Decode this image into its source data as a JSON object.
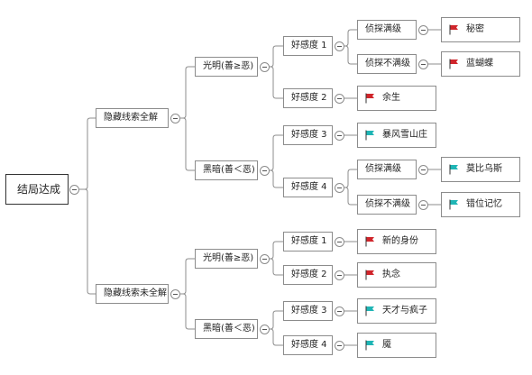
{
  "colors": {
    "line": "#8c8c8c",
    "red_flag": "#d0252b",
    "teal_flag": "#1fb5b5"
  },
  "root": {
    "label": "结局达成"
  },
  "branches": {
    "full": {
      "label": "隐藏线索全解"
    },
    "partial": {
      "label": "隐藏线索未全解"
    }
  },
  "alignment": {
    "full_light": "光明(善≥恶)",
    "full_dark": "黑暗(善＜恶)",
    "partial_light": "光明(善≥恶)",
    "partial_dark": "黑暗(善＜恶)"
  },
  "favor": {
    "f1": "好感度 1",
    "f2": "好感度 2",
    "f3": "好感度 3",
    "f4": "好感度 4",
    "p1": "好感度 1",
    "p2": "好感度 2",
    "p3": "好感度 3",
    "p4": "好感度 4"
  },
  "detective": {
    "f1_full": "侦探满级",
    "f1_notfull": "侦探不满级",
    "f4_full": "侦探满级",
    "f4_notfull": "侦探不满级"
  },
  "endings": {
    "secret": {
      "label": "秘密",
      "flag": "red"
    },
    "blue_butterfly": {
      "label": "蓝蝴蝶",
      "flag": "red"
    },
    "remaining_life": {
      "label": "余生",
      "flag": "red"
    },
    "storm_villa": {
      "label": "暴风雪山庄",
      "flag": "teal"
    },
    "mobius": {
      "label": "莫比乌斯",
      "flag": "teal"
    },
    "misplaced_memory": {
      "label": "错位记忆",
      "flag": "teal"
    },
    "new_identity": {
      "label": "新的身份",
      "flag": "red"
    },
    "obsession": {
      "label": "执念",
      "flag": "red"
    },
    "genius_madman": {
      "label": "天才与疯子",
      "flag": "teal"
    },
    "demon": {
      "label": "魇",
      "flag": "teal"
    }
  }
}
